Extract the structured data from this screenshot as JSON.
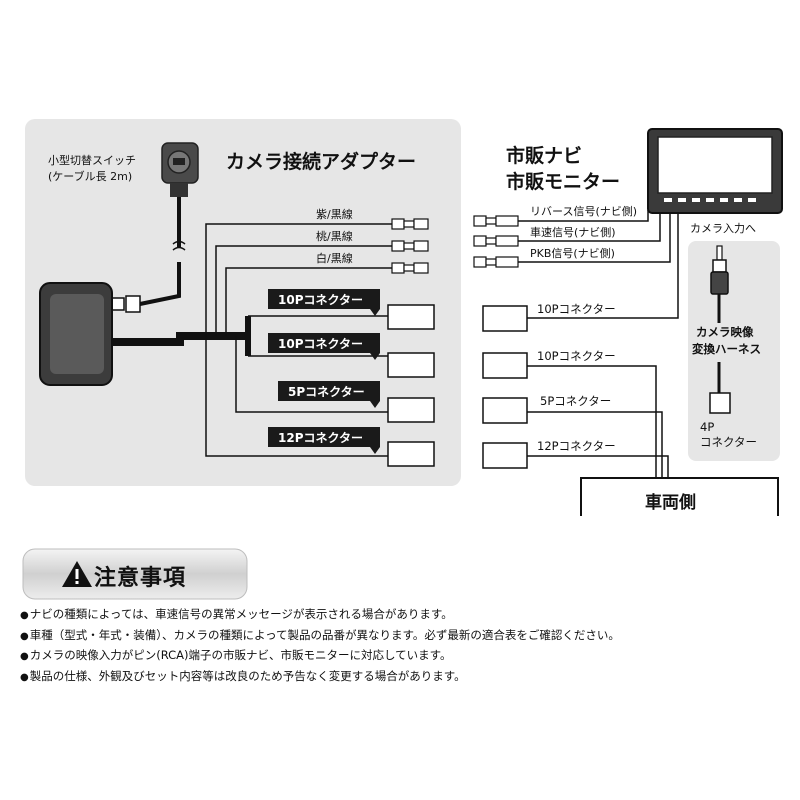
{
  "adapter": {
    "title": "カメラ接続アダプター",
    "switch_label_1": "小型切替スイッチ",
    "switch_label_2": "(ケーブル長 2m)",
    "wire_labels": [
      "紫/黒線",
      "桃/黒線",
      "白/黒線"
    ],
    "connectors": [
      "10Pコネクター",
      "10Pコネクター",
      "5Pコネクター",
      "12Pコネクター"
    ]
  },
  "navi": {
    "title_1": "市販ナビ",
    "title_2": "市販モニター",
    "signals": [
      "リバース信号(ナビ側)",
      "車速信号(ナビ側)",
      "PKB信号(ナビ側)"
    ],
    "camera_input": "カメラ入力へ",
    "connectors": [
      "10Pコネクター",
      "10Pコネクター",
      "5Pコネクター",
      "12Pコネクター"
    ],
    "vehicle_side": "車両側"
  },
  "harness": {
    "label_1": "カメラ映像",
    "label_2": "変換ハーネス",
    "connector_1": "4P",
    "connector_2": "コネクター"
  },
  "notice": {
    "title": "注意事項",
    "items": [
      "ナビの種類によっては、車速信号の異常メッセージが表示される場合があります。",
      "車種（型式・年式・装備）、カメラの種類によって製品の品番が異なります。必ず最新の適合表をご確認ください。",
      "カメラの映像入力がピン(RCA)端子の市販ナビ、市販モニターに対応しています。",
      "製品の仕様、外観及びセット内容等は改良のため予告なく変更する場合があります。"
    ]
  },
  "colors": {
    "panel_gray": "#e6e6e6",
    "line": "#111111",
    "label_black": "#1a1a1a",
    "notice_silver": "#d9d9d9"
  }
}
